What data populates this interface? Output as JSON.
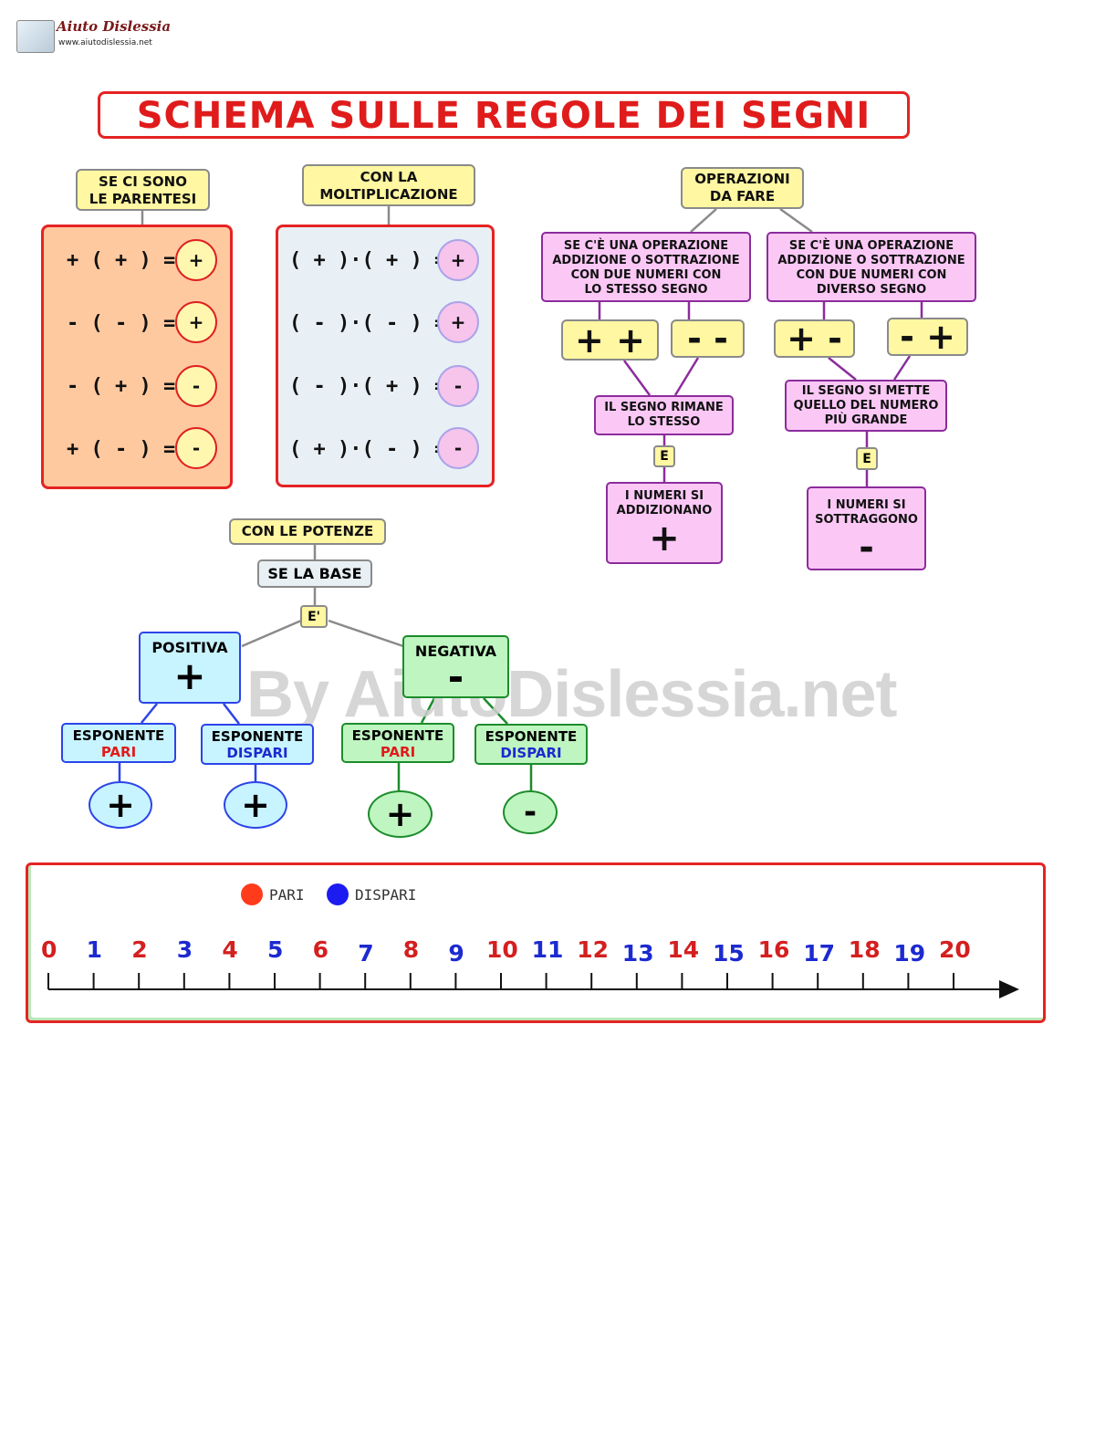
{
  "logo": {
    "name": "Aiuto Dislessia",
    "url": "www.aiutodislessia.net"
  },
  "title": "SCHEMA SULLE REGOLE DEI SEGNI",
  "parentesi": {
    "header": [
      "SE CI SONO",
      "LE PARENTESI"
    ],
    "rows": [
      {
        "expr": "+ ( + )  =",
        "result": "+"
      },
      {
        "expr": "- ( - )  =",
        "result": "+"
      },
      {
        "expr": "- ( + )  =",
        "result": "-"
      },
      {
        "expr": "+ ( - )  =",
        "result": "-"
      }
    ]
  },
  "moltiplicazione": {
    "header": [
      "CON LA",
      "MOLTIPLICAZIONE"
    ],
    "rows": [
      {
        "expr": "( + )·( + ) =",
        "result": "+"
      },
      {
        "expr": "( - )·( - ) =",
        "result": "+"
      },
      {
        "expr": "( - )·( + ) =",
        "result": "-"
      },
      {
        "expr": "( + )·( - ) =",
        "result": "-"
      }
    ]
  },
  "operazioni": {
    "header": [
      "OPERAZIONI",
      "DA FARE"
    ],
    "left": {
      "case": [
        "SE C'È UNA OPERAZIONE",
        "ADDIZIONE O SOTTRAZIONE",
        "CON DUE NUMERI CON",
        "LO STESSO SEGNO"
      ],
      "signs": [
        "+ +",
        "- -"
      ],
      "rule": [
        "IL SEGNO RIMANE",
        "LO STESSO"
      ],
      "connector": "E",
      "result": [
        "I NUMERI SI",
        "ADDIZIONANO"
      ],
      "result_sign": "+"
    },
    "right": {
      "case": [
        "SE C'È UNA OPERAZIONE",
        "ADDIZIONE O SOTTRAZIONE",
        "CON DUE NUMERI CON",
        "DIVERSO SEGNO"
      ],
      "signs": [
        "+ -",
        "- +"
      ],
      "rule": [
        "IL SEGNO SI METTE",
        "QUELLO DEL NUMERO",
        "PIÙ GRANDE"
      ],
      "connector": "E",
      "result": [
        "I NUMERI SI",
        "SOTTRAGGONO"
      ],
      "result_sign": "-"
    }
  },
  "potenze": {
    "header": "CON LE POTENZE",
    "base": "SE LA BASE",
    "connector": "E'",
    "positiva": {
      "label": "POSITIVA",
      "sign": "+"
    },
    "negativa": {
      "label": "NEGATIVA",
      "sign": "-"
    },
    "esponente": "ESPONENTE",
    "pari": "PARI",
    "dispari": "DISPARI",
    "results": [
      "+",
      "+",
      "+",
      "-"
    ]
  },
  "watermark": "By AiutoDislessia.net",
  "numberline": {
    "legend": [
      {
        "label": "PARI",
        "color": "#ff3b1c"
      },
      {
        "label": "DISPARI",
        "color": "#1c1cf0"
      }
    ],
    "numbers": [
      "0",
      "1",
      "2",
      "3",
      "4",
      "5",
      "6",
      "7",
      "8",
      "9",
      "10",
      "11",
      "12",
      "13",
      "14",
      "15",
      "16",
      "17",
      "18",
      "19",
      "20"
    ],
    "even_color": "#d41f1f",
    "odd_color": "#1c2ad0"
  }
}
